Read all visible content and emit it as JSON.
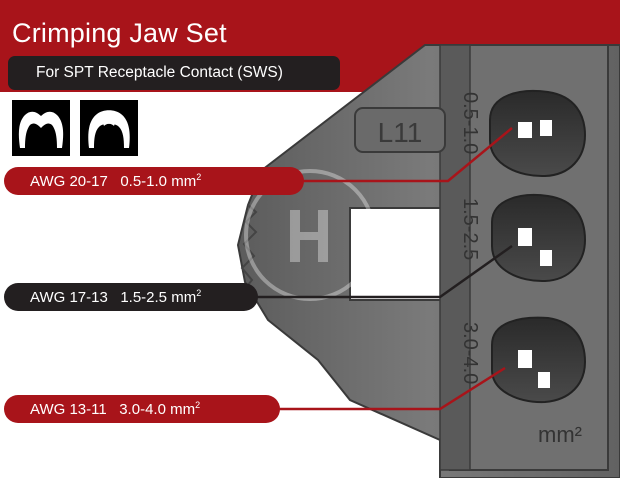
{
  "header": {
    "title": "Crimping Jaw Set",
    "subtitle": "For SPT Receptacle Contact (SWS)"
  },
  "profile_icons": [
    "open-barrel-crimp-profile-icon",
    "open-barrel-crimp-profile-icon"
  ],
  "jaw": {
    "model_stamp": "L11",
    "unit_stamp": "mm²",
    "cavity_markings": [
      "0.5-1.0",
      "1.5-2.5",
      "3.0-4.0"
    ]
  },
  "labels": [
    {
      "awg": "AWG 20-17",
      "range": "0.5-1.0 mm",
      "sup": "2",
      "color": "#a8141a"
    },
    {
      "awg": "AWG 17-13",
      "range": "1.5-2.5 mm",
      "sup": "2",
      "color": "#231f20"
    },
    {
      "awg": "AWG 13-11",
      "range": "3.0-4.0 mm",
      "sup": "2",
      "color": "#a8141a"
    }
  ],
  "colors": {
    "brand_red": "#a8141a",
    "dark": "#231f20",
    "steel": "#6e6e6e"
  }
}
